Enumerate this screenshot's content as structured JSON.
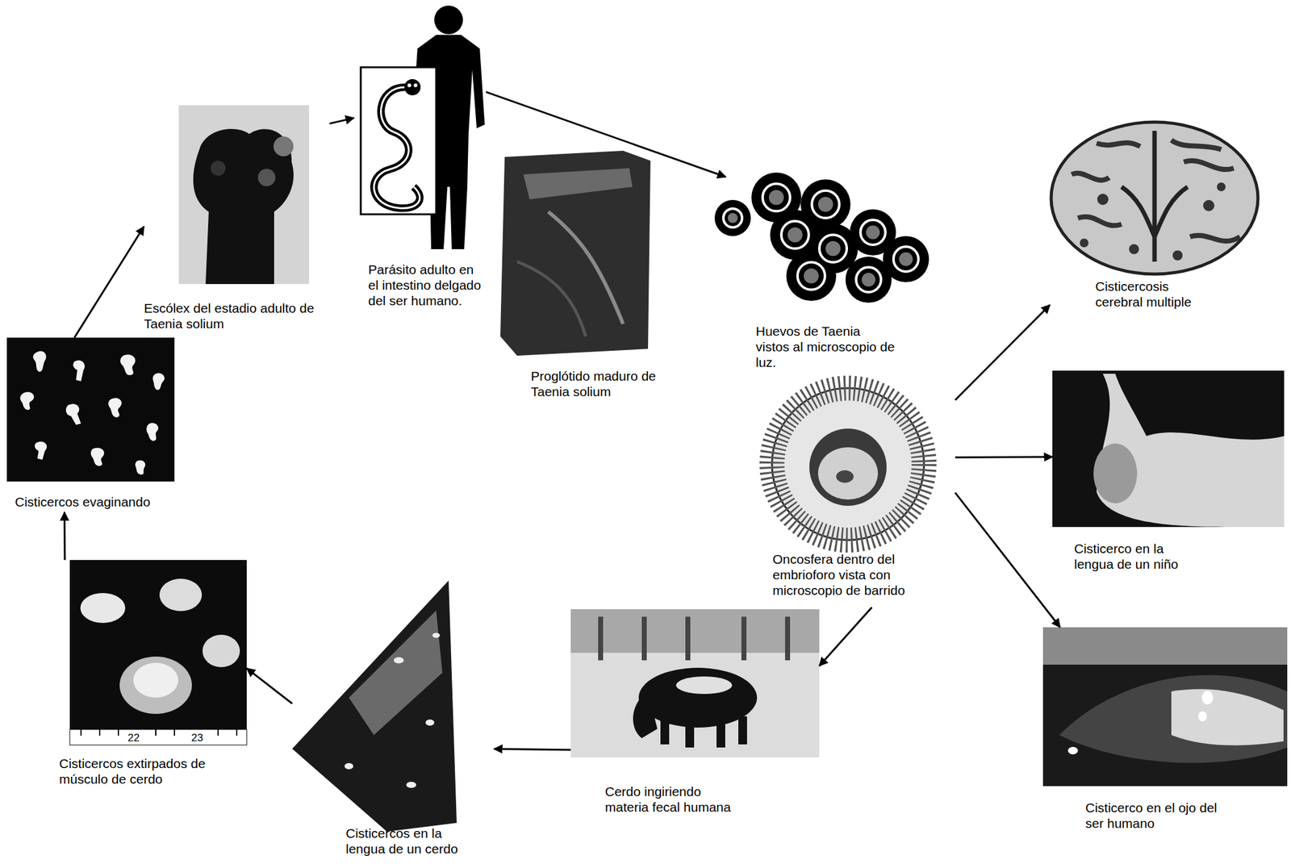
{
  "diagram": {
    "nodes": [
      {
        "text": [
          "Escólex del estadio adulto de Taenia solium"
        ]
      },
      {
        "text": [
          "Parásito adulto en el intestino delgado del ser humano."
        ]
      },
      {
        "text": [
          "Proglótido maduro de Taenia solium"
        ]
      },
      {
        "text": [
          "Huevos de Taenia vistos al microscopio de luz."
        ]
      },
      {
        "text": [
          "Cisticercosis cerebral multiple"
        ]
      },
      {
        "text": [
          "Oncosfera dentro del embrioforo vista con microscopio de barrido"
        ]
      },
      {
        "text": [
          "Cisticerco en la lengua de un niño"
        ]
      },
      {
        "text": [
          "Cisticerco en el ojo del ser humano"
        ]
      },
      {
        "text": [
          "Cerdo ingiriendo materia fecal humana"
        ]
      },
      {
        "text": [
          "Cisticercos en la lengua de un cerdo"
        ]
      },
      {
        "text": [
          "Cisticercos extirpados de músculo de cerdo"
        ]
      },
      {
        "text": [
          "Cisticercos evaginando"
        ]
      }
    ],
    "edges": [
      {
        "from": 11,
        "to": 0,
        "arrow": "to"
      },
      {
        "from": 0,
        "to": 1,
        "arrow": "to"
      },
      {
        "from": 1,
        "to": 3,
        "arrow": "to"
      },
      {
        "from": 5,
        "to": 4,
        "arrow": "to"
      },
      {
        "from": 5,
        "to": 6,
        "arrow": "to"
      },
      {
        "from": 5,
        "to": 7,
        "arrow": "to"
      },
      {
        "from": 5,
        "to": 8,
        "arrow": "to"
      },
      {
        "from": 8,
        "to": 9,
        "arrow": "to"
      },
      {
        "from": 9,
        "to": 10,
        "arrow": "to"
      },
      {
        "from": 10,
        "to": 11,
        "arrow": "to"
      }
    ],
    "labels": [
      "22",
      "23"
    ]
  }
}
